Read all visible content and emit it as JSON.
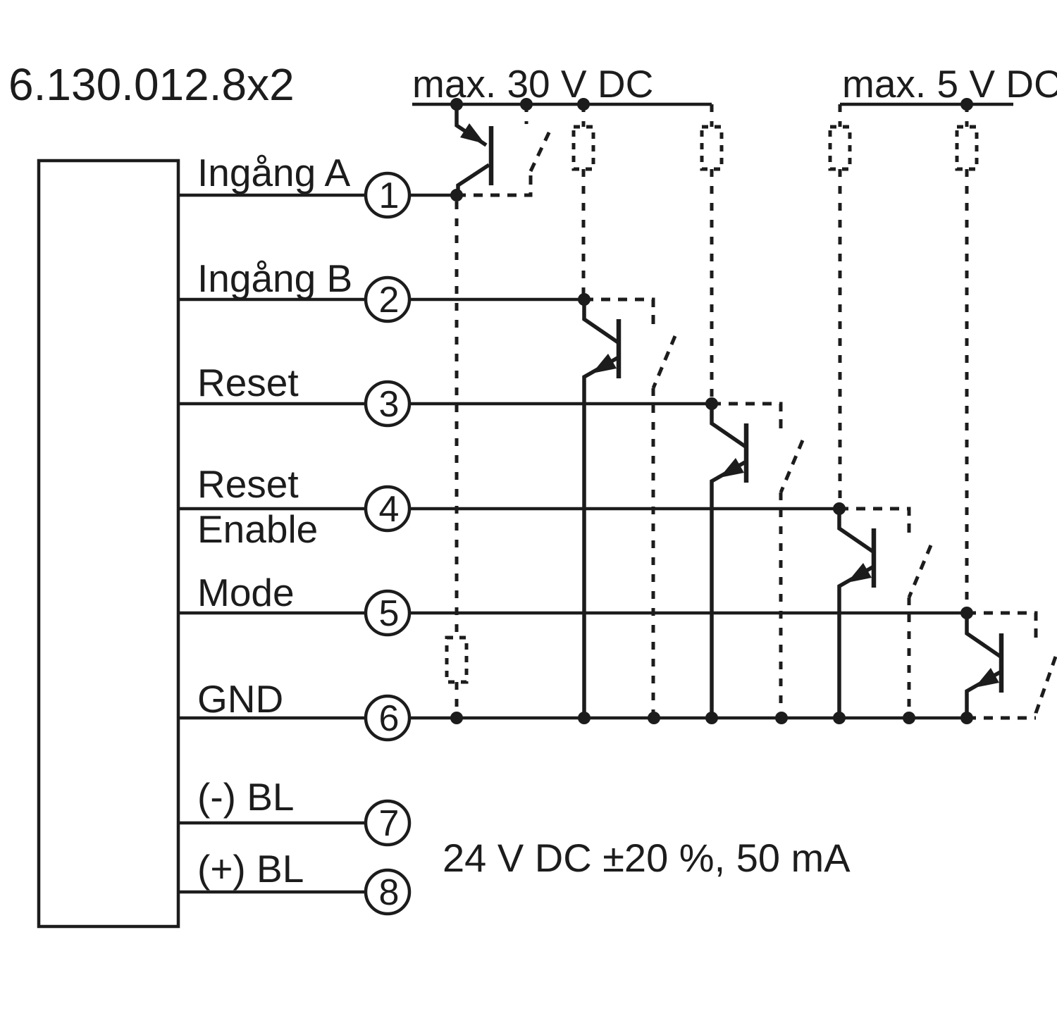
{
  "title": "6.130.012.8x2",
  "supply_rails": {
    "rail_30v_label": "max. 30 V DC",
    "rail_5v_label": "max. 5 V DC"
  },
  "backlight_rating": "24 V DC ±20 %, 50 mA",
  "terminals": [
    {
      "number": "1",
      "label": [
        "Ingång A"
      ]
    },
    {
      "number": "2",
      "label": [
        "Ingång B"
      ]
    },
    {
      "number": "3",
      "label": [
        "Reset"
      ]
    },
    {
      "number": "4",
      "label": [
        "Reset",
        "Enable"
      ]
    },
    {
      "number": "5",
      "label": [
        "Mode"
      ]
    },
    {
      "number": "6",
      "label": [
        "GND"
      ]
    },
    {
      "number": "7",
      "label": [
        "(-)  BL"
      ]
    },
    {
      "number": "8",
      "label": [
        "(+) BL"
      ]
    }
  ],
  "colors": {
    "ink": "#1c1c1c",
    "background": "#ffffff"
  }
}
